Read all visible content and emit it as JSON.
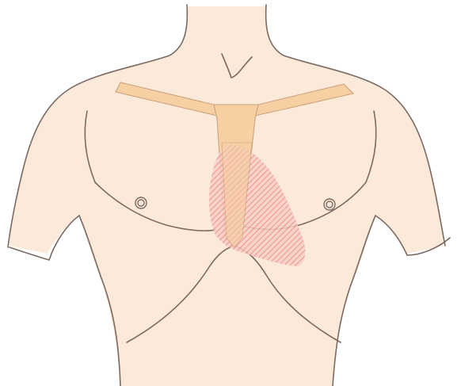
{
  "diagram": {
    "subject": "anterior-chest-torso",
    "structures": [
      {
        "id": "torso",
        "kind": "body-outline"
      },
      {
        "id": "clavicles",
        "kind": "bone"
      },
      {
        "id": "sternum",
        "kind": "bone"
      },
      {
        "id": "heart-area",
        "kind": "hatched-region"
      },
      {
        "id": "nipples",
        "kind": "landmark"
      },
      {
        "id": "costal-margin",
        "kind": "landmark"
      }
    ],
    "colors": {
      "skin": "#fbe9da",
      "outline": "#7a6a62",
      "bone": "#f6cfa3",
      "bone_outline": "#c9a07a",
      "hatch": "#e9857c",
      "hatch_bg": "#f7cfc8",
      "background": "#ffffff"
    }
  }
}
